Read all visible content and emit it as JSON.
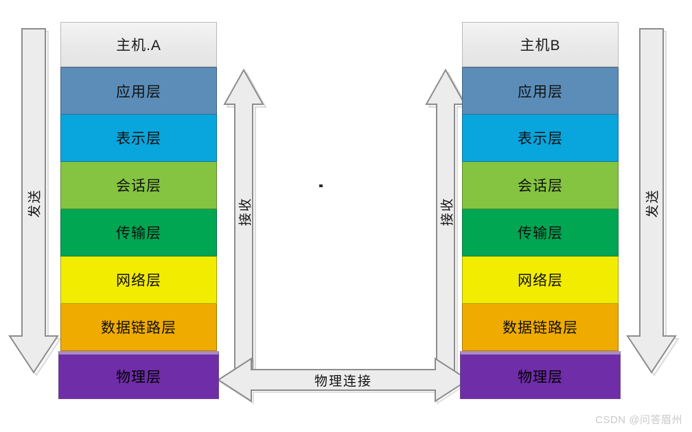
{
  "diagram": {
    "title": "OSI seven layer model communication between two hosts",
    "hosts": [
      {
        "id": "host-a",
        "name": "主机.A",
        "layers": [
          {
            "label": "应用层",
            "color": "#5b8db8"
          },
          {
            "label": "表示层",
            "color": "#09a5dd"
          },
          {
            "label": "会话层",
            "color": "#85c council"
          },
          {
            "label": "传输层",
            "color": "#00a651"
          },
          {
            "label": "网络层",
            "color": "#f2ec00"
          },
          {
            "label": "数据链路层",
            "color": "#f0ab00"
          },
          {
            "label": "物理层",
            "color": "#6f2da8"
          }
        ]
      },
      {
        "id": "host-b",
        "name": "主机B",
        "layers": [
          {
            "label": "应用层",
            "color": "#5b8db8"
          },
          {
            "label": "表示层",
            "color": "#09a5dd"
          },
          {
            "label": "会话层",
            "color": "#85c441"
          },
          {
            "label": "传输层",
            "color": "#00a651"
          },
          {
            "label": "网络层",
            "color": "#f2ec00"
          },
          {
            "label": "数据链路层",
            "color": "#f0ab00"
          },
          {
            "label": "物理层",
            "color": "#6f2da8"
          }
        ]
      }
    ],
    "arrows": {
      "outer_left": {
        "label": "发送",
        "direction": "down"
      },
      "inner_left": {
        "label": "接收",
        "direction": "up"
      },
      "inner_right": {
        "label": "接收",
        "direction": "up"
      },
      "outer_right": {
        "label": "发送",
        "direction": "down"
      },
      "physical_link": {
        "label": "物理连接",
        "direction": "both"
      }
    }
  },
  "watermark": "CSDN @问答眉州"
}
